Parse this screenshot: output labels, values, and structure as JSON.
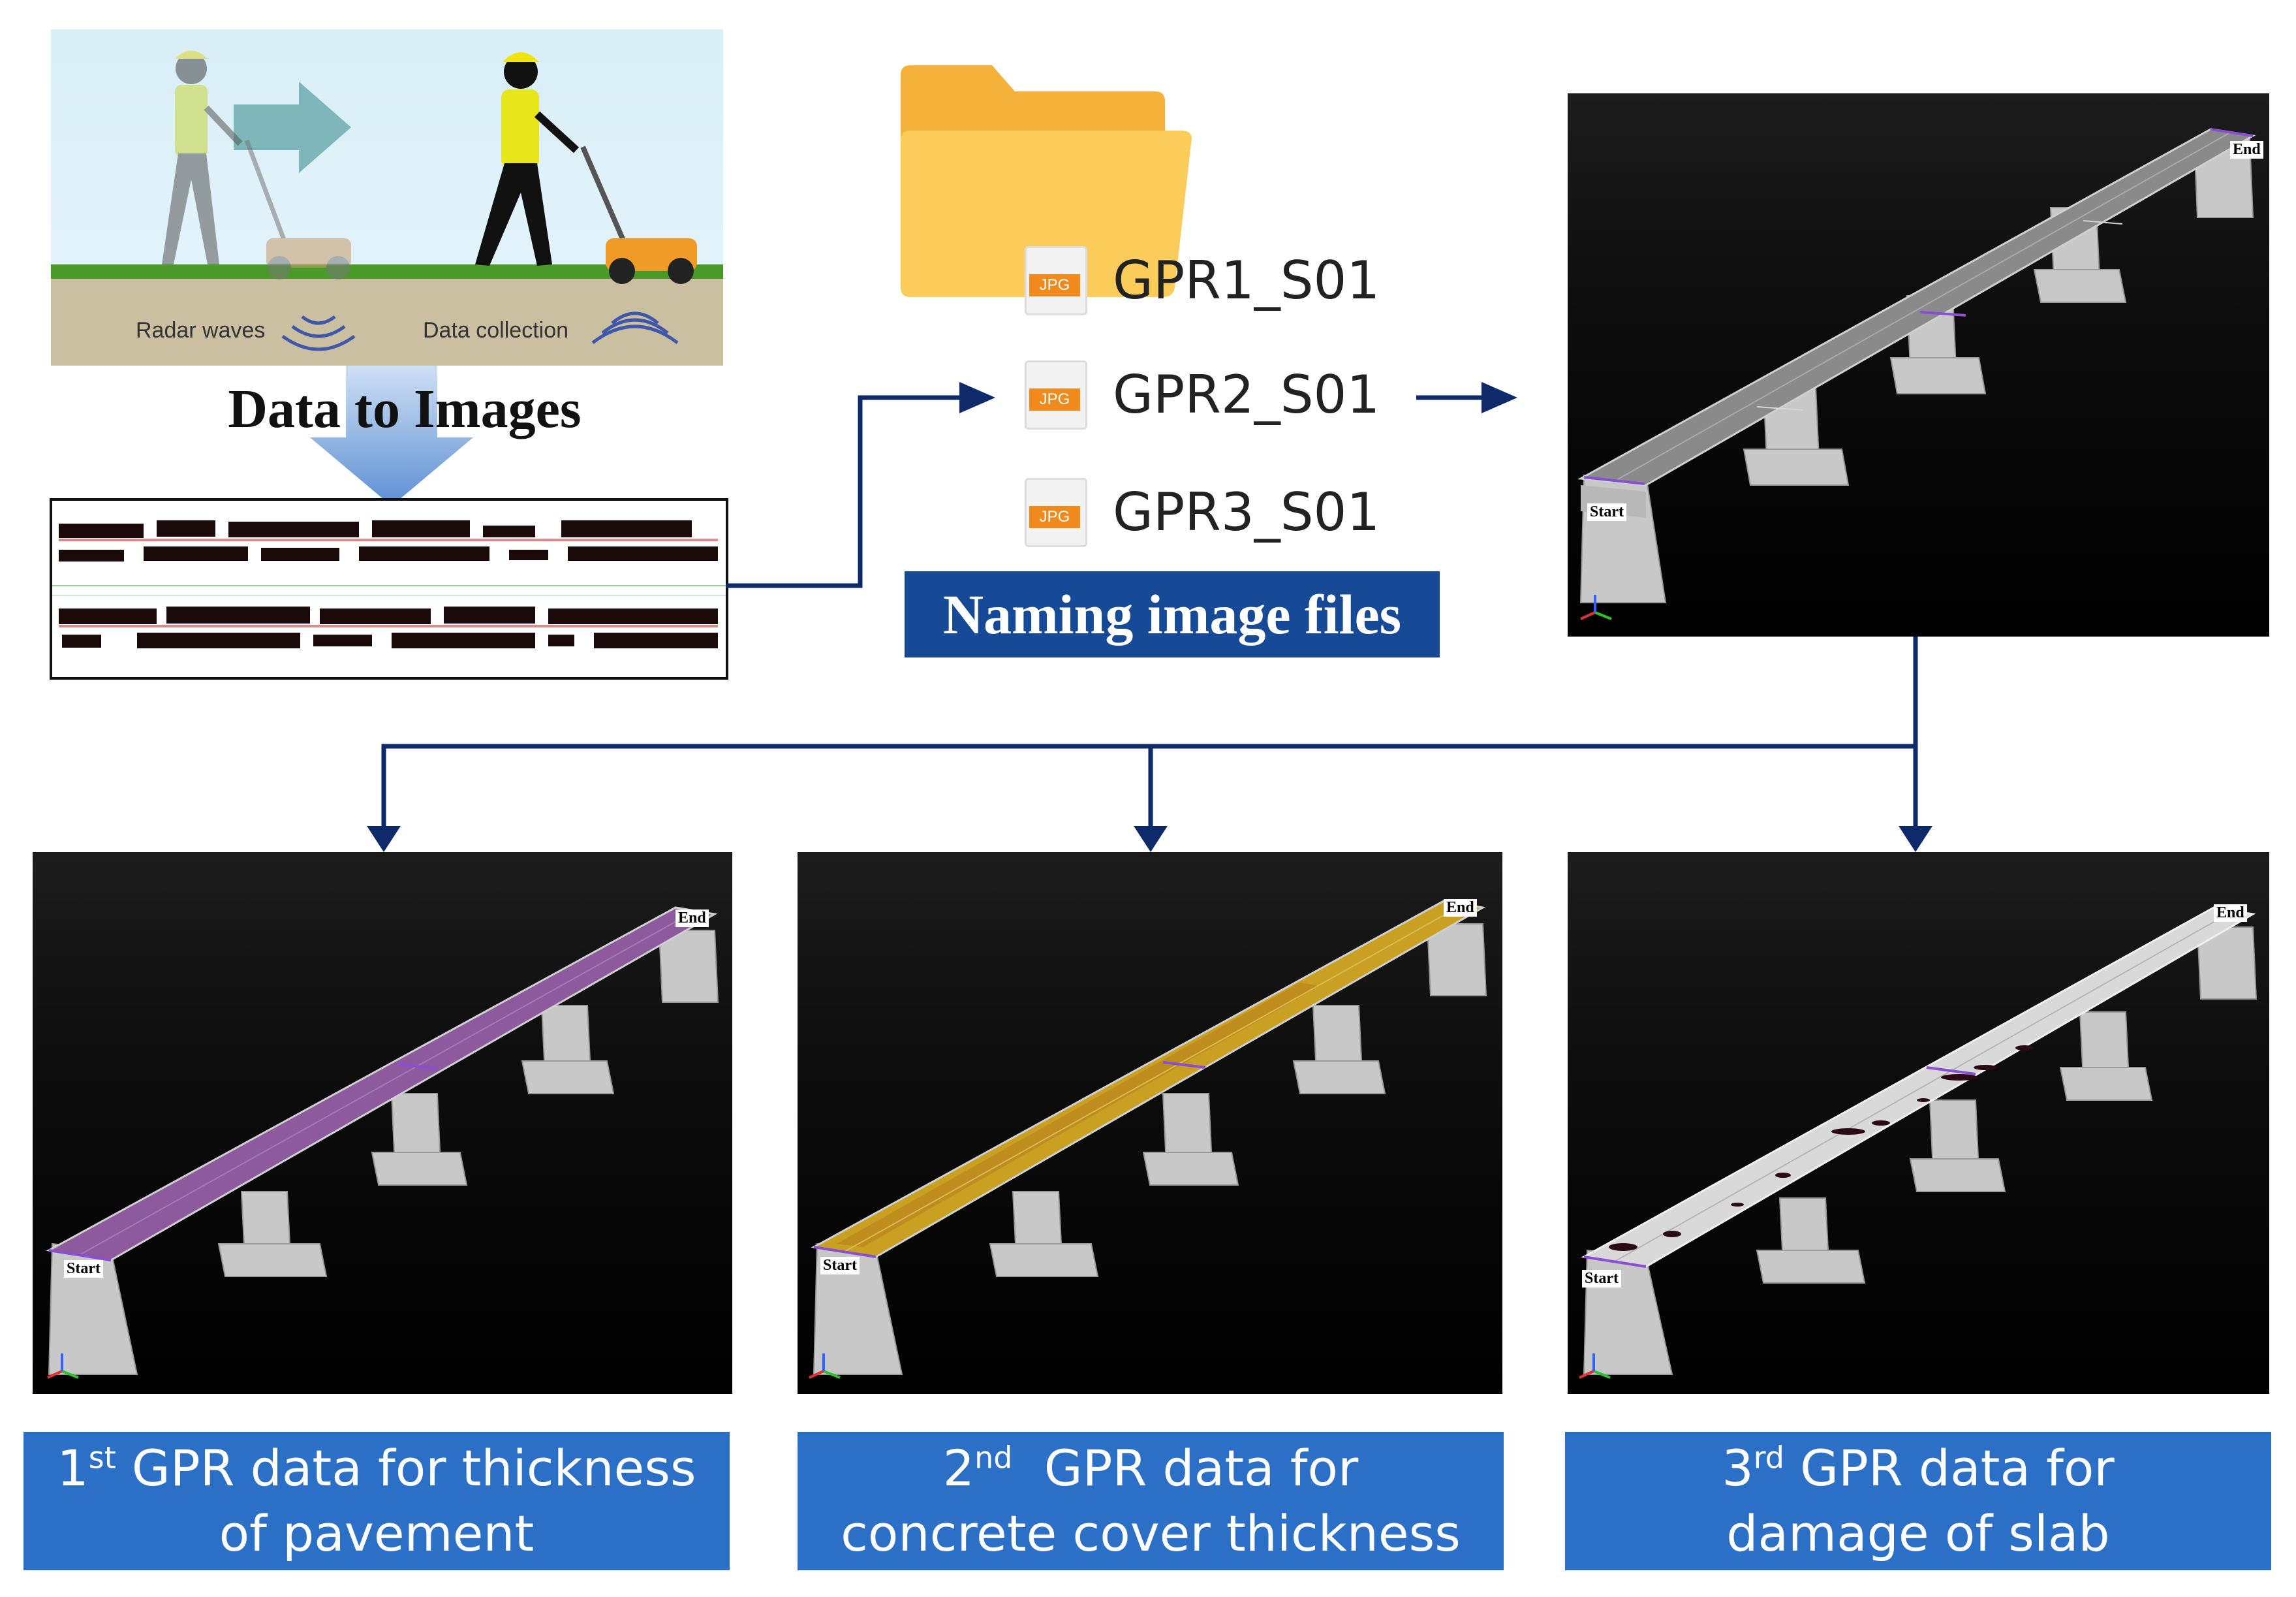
{
  "survey": {
    "label_radar": "Radar waves",
    "label_collection": "Data collection"
  },
  "data_to_images": "Data to Images",
  "files": [
    "GPR1_S01",
    "GPR2_S01",
    "GPR3_S01"
  ],
  "file_icon_text": "JPG",
  "naming": "Naming image files",
  "bridge_labels": {
    "start": "Start",
    "end": "End"
  },
  "captions": [
    {
      "ordinal": "1",
      "suffix": "st",
      "line1_rest": " GPR data for thickness",
      "line2": "of pavement"
    },
    {
      "ordinal": "2",
      "suffix": "nd",
      "line1_rest": "  GPR data for",
      "line2": "concrete cover thickness"
    },
    {
      "ordinal": "3",
      "suffix": "rd",
      "line1_rest": " GPR data for",
      "line2": "damage of slab"
    }
  ],
  "colors": {
    "arrow": "#0f2a6b",
    "caption_bg": "#2b6fc7",
    "naming_bg": "#164a96",
    "deck_plain": "#8a8a8a",
    "deck_pavement": "#8e5a9e",
    "deck_cover": "#c9a022",
    "deck_damage": "#d9d9d9"
  }
}
